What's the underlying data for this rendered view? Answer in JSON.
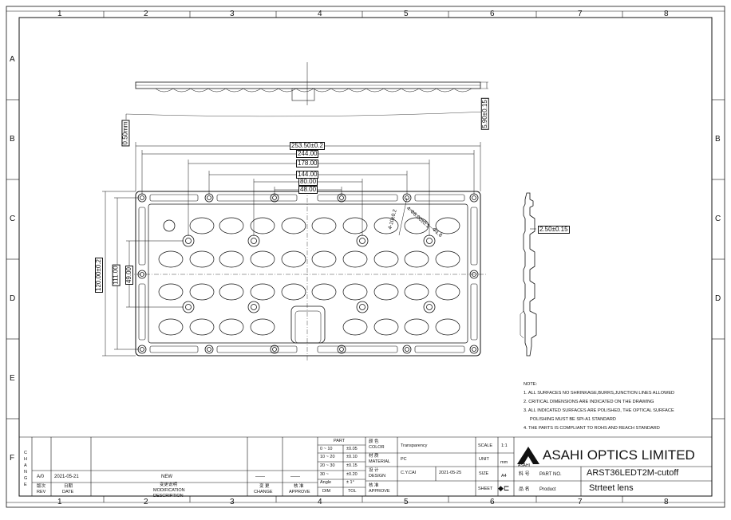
{
  "zones": {
    "columns": [
      "1",
      "2",
      "3",
      "4",
      "5",
      "6",
      "7",
      "8"
    ],
    "rows": [
      "A",
      "B",
      "C",
      "D",
      "E",
      "F"
    ]
  },
  "dimensions": {
    "overall_length": "253.50±0.2",
    "d244": "244.00",
    "d178": "178.00",
    "d144": "144.00",
    "d80": "80.00",
    "d48": "48.00",
    "height": "120.00±0.2",
    "d111": "111.00",
    "d49": "49.00",
    "side_thickness": "5.90±0.15",
    "left_label": "0.50mm",
    "section_thick": "2.50±0.15",
    "hole_label_1": "4-10±0.2",
    "hole_label_2": "4-Φ6.00±0.1",
    "hole_label_3": "Φ1.8"
  },
  "notes": {
    "title": "NOTE:",
    "items": [
      "1. ALL SURFACES NO SHRINKAGE,BURRS,JUNCTION LINES ALLOWED",
      "2. CRITICAL DIMENSIONS ARE INDICATED ON THE DRAWING",
      "3. ALL INDICATED SURFACES ARE POLISHED, THE OPTICAL SURFACE",
      "POLISHING MUST BE SPI-A1 STANDARD",
      "4. THE PARTS IS COMPLIANT TO ROHS AND REACH STANDARD"
    ]
  },
  "title_block": {
    "change_letters": [
      "C",
      "H",
      "A",
      "N",
      "G",
      "E"
    ],
    "rev_row": {
      "rev": "A/0",
      "date": "2021-05-21",
      "desc": "NEW",
      "change": "——",
      "approve": "——"
    },
    "head": {
      "rev_cn": "版次",
      "rev": "REV",
      "date_cn": "日期",
      "date": "DATE",
      "mod_cn": "变更说明",
      "mod": "MODIFICATION",
      "desc": "DESCRIPTION",
      "change_cn": "变 更",
      "change": "CHANGE",
      "approve_cn": "核 准",
      "approve": "APPROVE"
    },
    "tol": {
      "part": "PART",
      "rows": [
        [
          "0 ~ 10",
          "±0.05"
        ],
        [
          "10 ~ 20",
          "±0.10"
        ],
        [
          "20 ~ 30",
          "±0.15"
        ],
        [
          "30 ~",
          "±0.20"
        ],
        [
          "Angle",
          "± 1°"
        ]
      ],
      "dim": "DIM",
      "tol": "TOL"
    },
    "fields": {
      "color_cn": "颜 色",
      "color": "COLOR",
      "color_val": "Transparency",
      "material_cn": "材 质",
      "material": "MATERIAL",
      "material_val": "PC",
      "design_cn": "设 计",
      "design": "DESIGN",
      "design_val": "C.Y.CAI",
      "design_date": "2021-05-25",
      "approve_cn": "核 准",
      "approve": "APPROVE"
    },
    "meta": {
      "scale_label": "SCALE",
      "scale_val": "1:1",
      "unit_label": "UNIT",
      "unit_val": "mm",
      "size_label": "SIZE",
      "size_val": "A4",
      "sheet_label": "SHEET"
    },
    "company": "ASAHI OPTICS LIMITED",
    "logo_text": "ASAHI",
    "part_no_cn": "料 号",
    "part_no_label": "PART NO.",
    "part_no": "ARST36LEDT2M-cutoff",
    "product_cn": "品 名",
    "product_label": "Product",
    "product": "Strteet lens"
  },
  "colors": {
    "line": "#111111",
    "paper": "#ffffff"
  }
}
